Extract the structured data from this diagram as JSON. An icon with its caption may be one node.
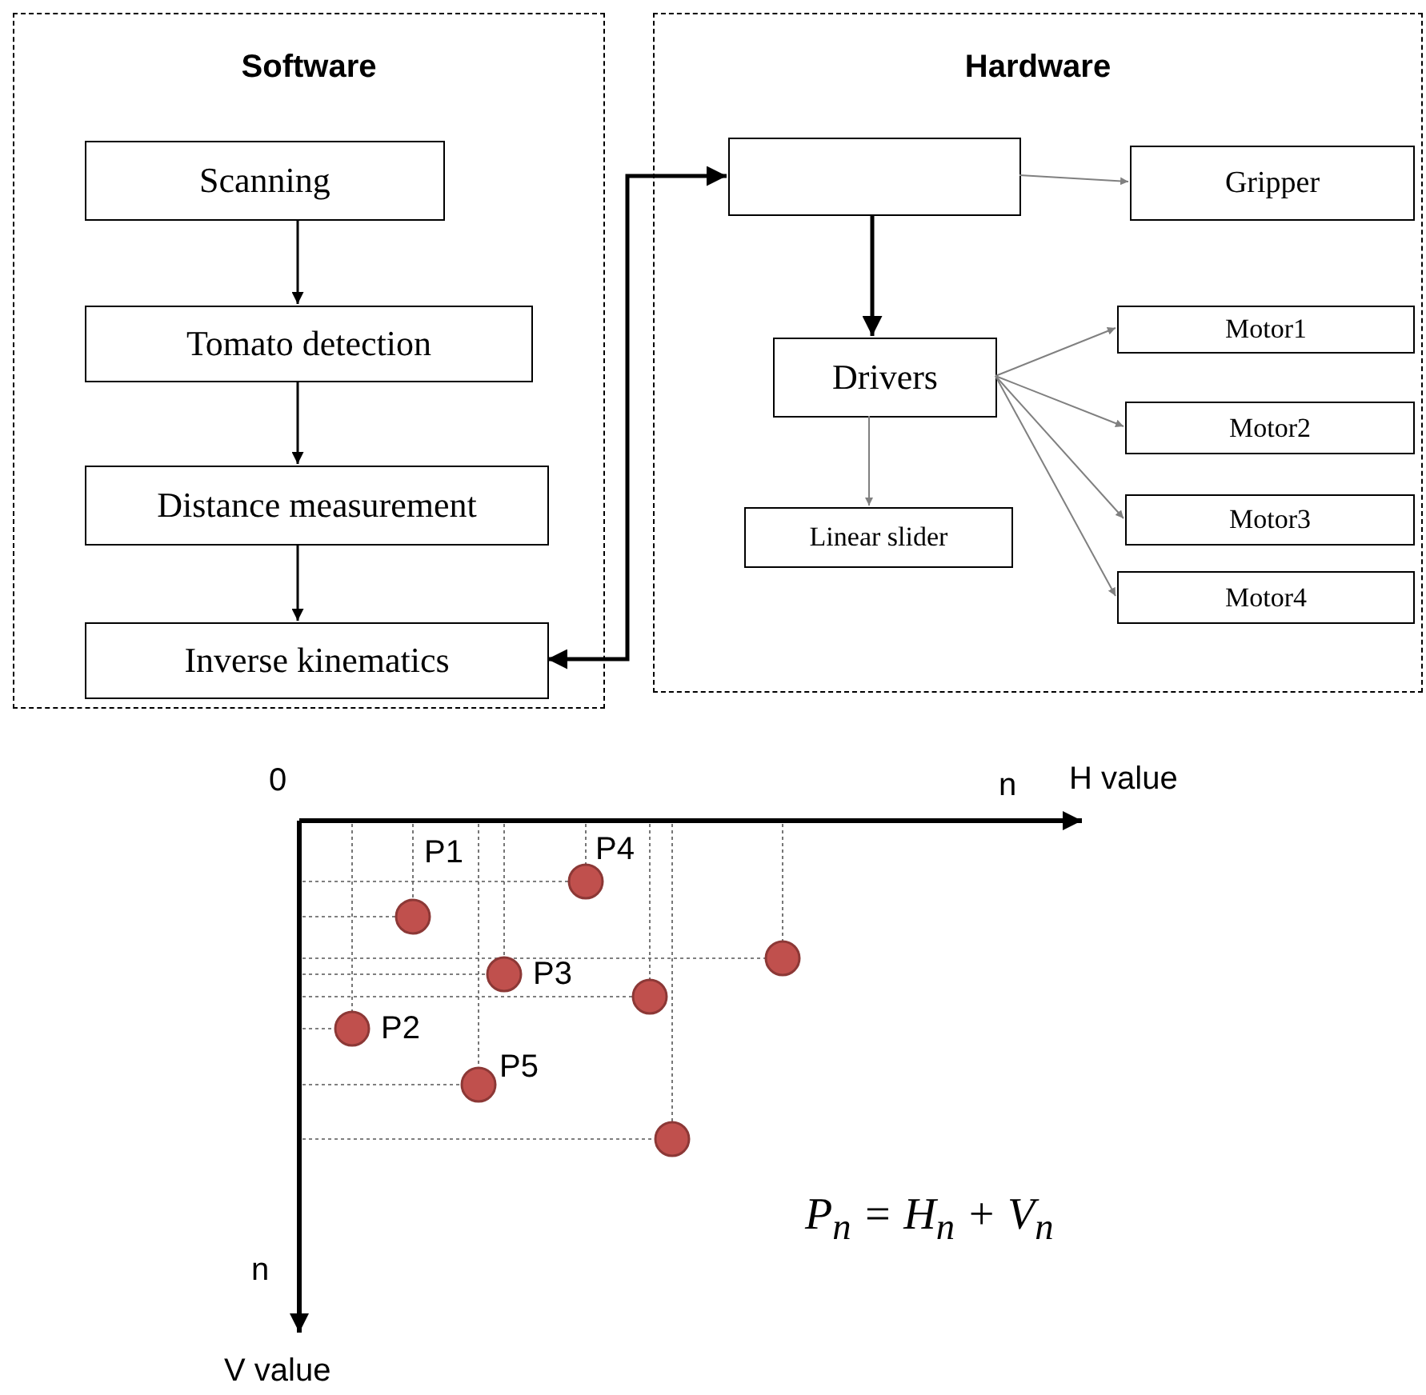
{
  "diagram": {
    "nodes": [
      {
        "text": [
          "Software"
        ]
      },
      {
        "text": [
          "Scanning"
        ],
        "in": 0
      },
      {
        "text": [
          "Tomato detection"
        ],
        "in": 0
      },
      {
        "text": [
          "Distance measurement"
        ],
        "in": 0
      },
      {
        "text": [
          "Inverse kinematics"
        ],
        "in": 0
      },
      {
        "text": [
          "Hardware"
        ]
      },
      {
        "text": [],
        "shape": "box",
        "in": 5
      },
      {
        "text": [
          "Gripper"
        ],
        "in": 5
      },
      {
        "text": [
          "Drivers"
        ],
        "in": 5
      },
      {
        "text": [
          "Motor1"
        ],
        "in": 5
      },
      {
        "text": [
          "Motor2"
        ],
        "in": 5
      },
      {
        "text": [
          "Linear slider"
        ],
        "in": 5
      },
      {
        "text": [
          "Motor3"
        ],
        "in": 5
      },
      {
        "text": [
          "Motor4"
        ],
        "in": 5
      }
    ],
    "edges": [
      {
        "from": 1,
        "to": 2,
        "arrow": "to",
        "color": "#000000"
      },
      {
        "from": 2,
        "to": 3,
        "arrow": "to",
        "color": "#000000"
      },
      {
        "from": 3,
        "to": 4,
        "arrow": "to",
        "color": "#000000"
      },
      {
        "from": 4,
        "to": 6,
        "arrow": "both",
        "style": "thick",
        "color": "#000000"
      },
      {
        "from": 6,
        "to": 7,
        "arrow": "to"
      },
      {
        "from": 6,
        "to": 8,
        "arrow": "to",
        "style": "thick",
        "color": "#000000"
      },
      {
        "from": 8,
        "to": 9,
        "arrow": "to"
      },
      {
        "from": 8,
        "to": 10,
        "arrow": "to"
      },
      {
        "from": 8,
        "to": 12,
        "arrow": "to"
      },
      {
        "from": 8,
        "to": 13,
        "arrow": "to"
      },
      {
        "from": 8,
        "to": 11,
        "arrow": "to"
      }
    ],
    "labels": [
      "0",
      "n",
      "H value",
      "P1",
      "P4",
      "P3",
      "P2",
      "P5",
      "n",
      "V value",
      "P$_{n}$ = H$_{n}$ + V$_{n}$"
    ]
  }
}
